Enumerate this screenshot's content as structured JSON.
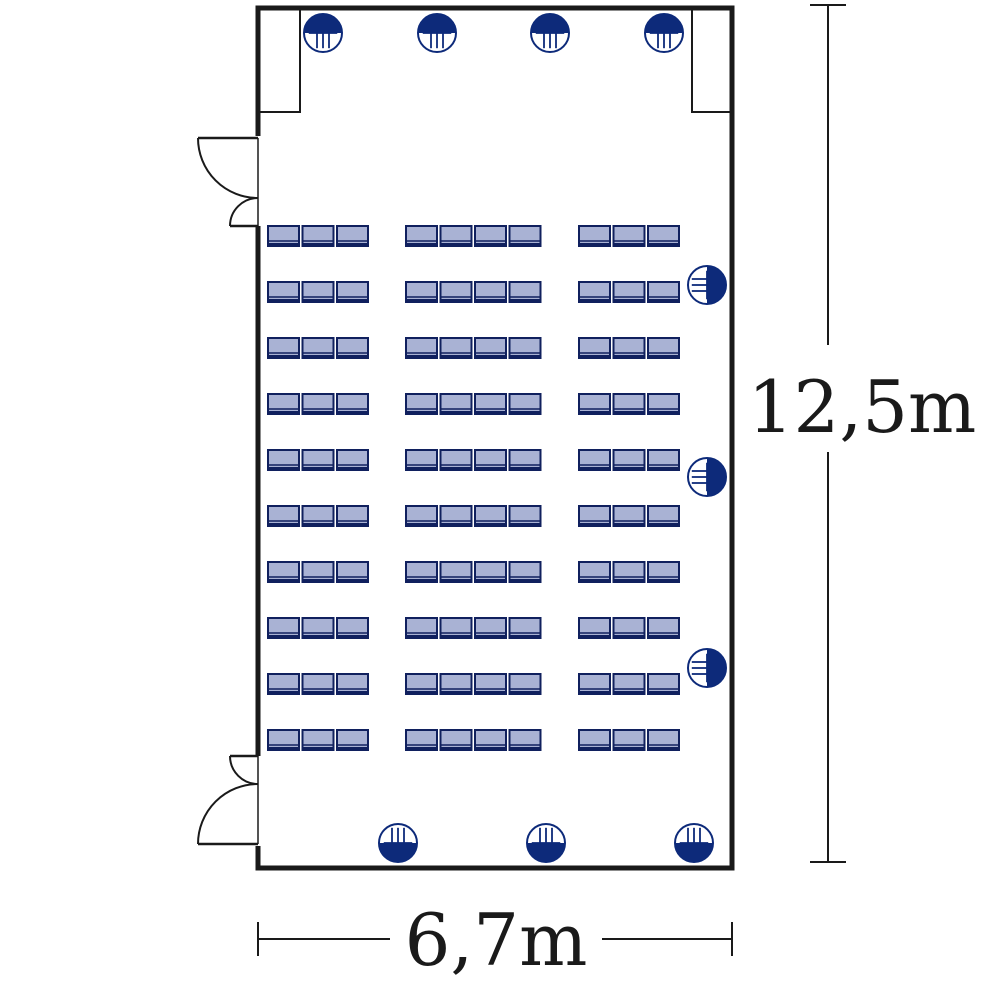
{
  "dimensions": {
    "height_label": "12,5m",
    "width_label": "6,7m"
  },
  "seating": {
    "rows": 10,
    "blocks": [
      {
        "name": "left",
        "seats_per_row": 3
      },
      {
        "name": "center",
        "seats_per_row": 4
      },
      {
        "name": "right",
        "seats_per_row": 3
      }
    ]
  },
  "fixtures": {
    "top_count": 4,
    "right_count": 3,
    "bottom_count": 3,
    "icon": "power-outlet-icon"
  },
  "colors": {
    "wall": "#1a1a1a",
    "accent": "#0d2a7a",
    "seat_fill": "#a9b2d4",
    "seat_stroke": "#10205e"
  }
}
